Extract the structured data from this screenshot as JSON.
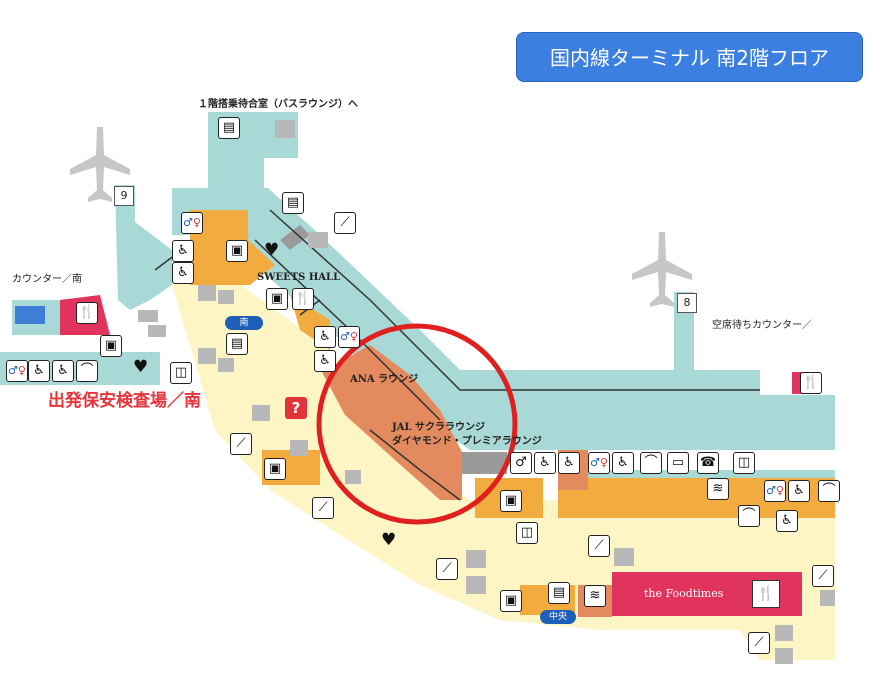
{
  "title": "国内線ターミナル 南2階フロア",
  "labels": {
    "bus_lounge": "１階搭乗待合室（バスラウンジ）へ",
    "counter_south": "カウンター／南",
    "sweets_hall": "SWEETS HALL",
    "ana_lounge": "ANA ラウンジ",
    "jal_sakura": "JAL サクララウンジ",
    "diamond_premier": "ダイヤモンド・プレミアラウンジ",
    "vacant_counter": "空席待ちカウンター／",
    "security": "出発保安検査場／南",
    "south_pill": "南",
    "center_pill": "中央",
    "foodtimes": "the Foodtimes"
  },
  "gates": [
    "9",
    "8"
  ],
  "colors": {
    "corridor": "#a9d9d6",
    "yellow_zone": "#fdf5c4",
    "orange_shop": "#f2ab3f",
    "lounge": "#e38b5e",
    "food": "#e0335e",
    "title_bg": "#3b7fe0",
    "highlight_circle": "#e0201f"
  },
  "highlight": {
    "shape": "circle",
    "target": "JAL サクララウンジ"
  },
  "icons": [
    "toilet-icon",
    "wheelchair-icon",
    "restaurant-icon",
    "elevator-icon",
    "escalator-icon",
    "aed-icon",
    "smoking-icon",
    "phone-icon",
    "baby-care-icon",
    "info-icon",
    "airplane-icon"
  ]
}
